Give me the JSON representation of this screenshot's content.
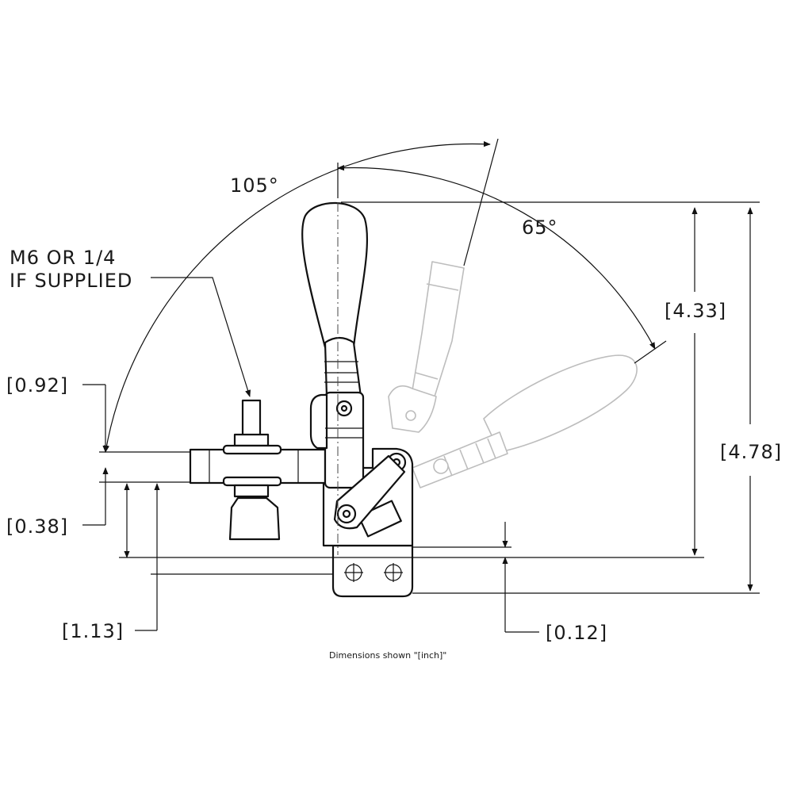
{
  "labels": {
    "angle_total": "105°",
    "angle_open": "65°",
    "thread_line1": "M6 OR 1/4",
    "thread_line2": "IF SUPPLIED",
    "dim_092": "[0.92]",
    "dim_038": "[0.38]",
    "dim_113": "[1.13]",
    "dim_012": "[0.12]",
    "dim_433": "[4.33]",
    "dim_478": "[4.78]",
    "units_note": "Dimensions shown \"[inch]\""
  },
  "colors": {
    "ink": "#111111",
    "ghost": "#bdbdbd",
    "background": "#ffffff"
  }
}
